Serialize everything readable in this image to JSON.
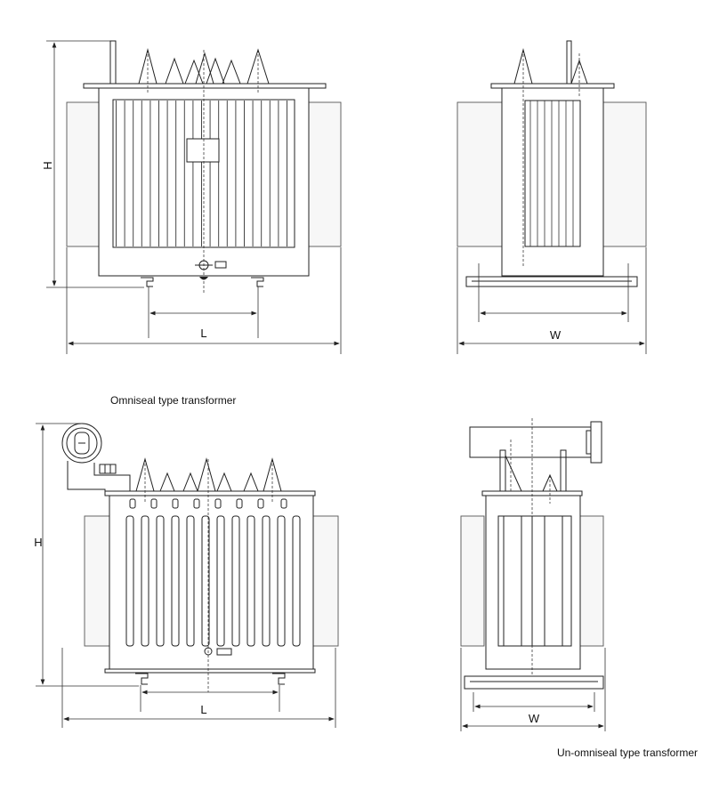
{
  "captions": {
    "omniseal": "Omniseal type transformer",
    "unomniseal": "Un-omniseal type transformer"
  },
  "dimensions": {
    "height": "H",
    "length": "L",
    "width": "W"
  }
}
